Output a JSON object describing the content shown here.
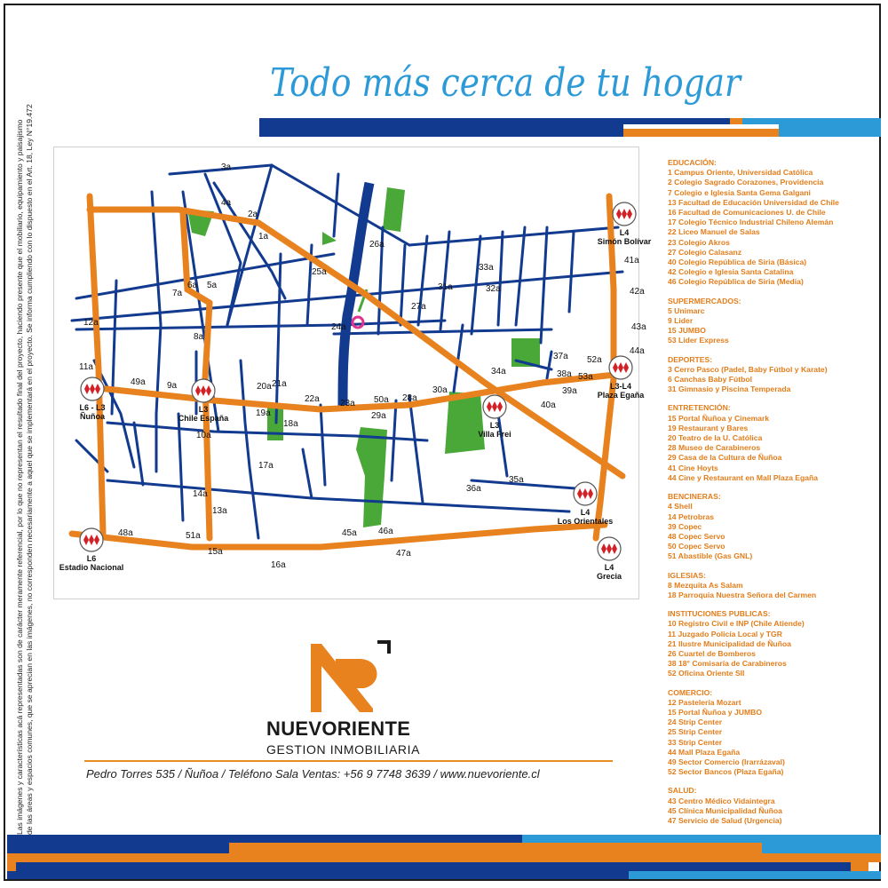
{
  "tagline": "Todo más cerca de tu hogar",
  "side_note": {
    "line1": "Las imágenes y características acá representadas son de carácter meramente referencial, por lo que no representan el resultado final del proyecto, haciendo presente que el mobiliario, equipamiento y paisajismo",
    "line2": "de las áreas y espacios comunes, que se aprecian en las imágenes, no corresponden necesariamente a aquel que se implementará en el proyecto. Se informa cumpliendo con lo dispuesto en el Art. 18, Ley N°19.472"
  },
  "colors": {
    "orange": "#e8821e",
    "blue": "#123a8f",
    "lightblue": "#2d9ad8",
    "green": "#4aa838",
    "red": "#d32027",
    "magenta": "#e0338f"
  },
  "stations": [
    {
      "id": "simon",
      "label1": "L4",
      "label2": "Simón Bolívar"
    },
    {
      "id": "nunoa",
      "label1": "L6 - L3",
      "label2": "Ñuñoa"
    },
    {
      "id": "chile",
      "label1": "L3",
      "label2": "Chile España"
    },
    {
      "id": "frei",
      "label1": "L3",
      "label2": "Villa Frei"
    },
    {
      "id": "egana",
      "label1": "L3-L4",
      "label2": "Plaza Egaña"
    },
    {
      "id": "orientales",
      "label1": "L4",
      "label2": "Los Orientales"
    },
    {
      "id": "estadio",
      "label1": "L6",
      "label2": "Estadio Nacional"
    },
    {
      "id": "grecia",
      "label1": "L4",
      "label2": "Grecia"
    }
  ],
  "map_labels": [
    "3a",
    "4a",
    "2a",
    "1a",
    "26a",
    "25a",
    "33a",
    "41a",
    "6a",
    "5a",
    "7a",
    "31a",
    "32a",
    "42a",
    "27a",
    "12a",
    "24a",
    "43a",
    "8a",
    "44a",
    "37a",
    "52a",
    "34a",
    "38a",
    "53a",
    "11a",
    "49a",
    "9a",
    "20a",
    "21a",
    "39a",
    "22a",
    "23a",
    "50a",
    "28a",
    "30a",
    "40a",
    "19a",
    "18a",
    "29a",
    "10a",
    "17a",
    "35a",
    "36a",
    "14a",
    "13a",
    "45a",
    "46a",
    "48a",
    "51a",
    "15a",
    "47a",
    "16a"
  ],
  "legend": {
    "sections": [
      {
        "title": "EDUCACIÓN:",
        "items": [
          "1 Campus Oriente, Universidad Católica",
          "2 Colegio Sagrado Corazones, Providencia",
          "7 Colegio e Iglesia Santa Gema Galgani",
          "13 Facultad de Educación Universidad de Chile",
          "16 Facultad de Comunicaciones U. de Chile",
          "17 Colegio Técnico Industrial Chileno Alemán",
          "22 Liceo Manuel de Salas",
          "23 Colegio Akros",
          "27 Colegio Calasanz",
          "40 Colegio República de Siria (Básica)",
          "42 Colegio e Iglesia Santa Catalina",
          "46 Colegio República de Siria (Media)"
        ]
      },
      {
        "title": "SUPERMERCADOS:",
        "items": [
          "5 Unimarc",
          "9 Lider",
          "15 JUMBO",
          "53 Lider Express"
        ]
      },
      {
        "title": "DEPORTES:",
        "items": [
          "3 Cerro Pasco (Padel, Baby Fútbol y Karate)",
          "6 Canchas Baby Fútbol",
          "31 Gimnasio y Piscina Temperada"
        ]
      },
      {
        "title": "ENTRETENCIÓN:",
        "items": [
          "15 Portal Ñuñoa y Cinemark",
          "19 Restaurant y Bares",
          "20 Teatro de la U. Católica",
          "28 Museo de Carabineros",
          "29 Casa de la Cultura de Ñuñoa",
          "41 Cine Hoyts",
          "44 Cine y Restaurant en Mall Plaza Egaña"
        ]
      },
      {
        "title": "BENCINERAS:",
        "items": [
          "4 Shell",
          "14 Petrobras",
          "39 Copec",
          "48 Copec Servo",
          "50 Copec Servo",
          "51 Abastible (Gas GNL)"
        ]
      },
      {
        "title": "IGLESIAS:",
        "items": [
          "8 Mezquita As Salam",
          "18 Parroquia Nuestra Señora del Carmen"
        ]
      },
      {
        "title": "INSTITUCIONES PUBLICAS:",
        "items": [
          "10 Registro Civil e INP (Chile Atiende)",
          "11 Juzgado Policía Local y TGR",
          "21 Ilustre Municipalidad de Ñuñoa",
          "26 Cuartel de Bomberos",
          "38 18° Comisaría de Carabineros",
          "52 Oficina Oriente SII"
        ]
      },
      {
        "title": "COMERCIO:",
        "items": [
          "12 Pastelería Mozart",
          "15 Portal Ñuñoa y JUMBO",
          "24 Strip Center",
          "25 Strip Center",
          "33 Strip Center",
          "44 Mall Plaza Egaña",
          "49 Sector Comercio (Irarrázaval)",
          "52 Sector Bancos (Plaza Egaña)"
        ]
      },
      {
        "title": "SALUD:",
        "items": [
          "43 Centro Médico Vidaintegra",
          "45 Clínica Municipalidad Ñuñoa",
          "47 Servicio de Salud (Urgencia)"
        ]
      }
    ]
  },
  "brand": {
    "name": "NUEVORIENTE",
    "sub": "GESTION INMOBILIARIA"
  },
  "contact": "Pedro Torres 535 / Ñuñoa / Teléfono Sala Ventas:  +56 9 7748 3639  / www.nuevoriente.cl"
}
